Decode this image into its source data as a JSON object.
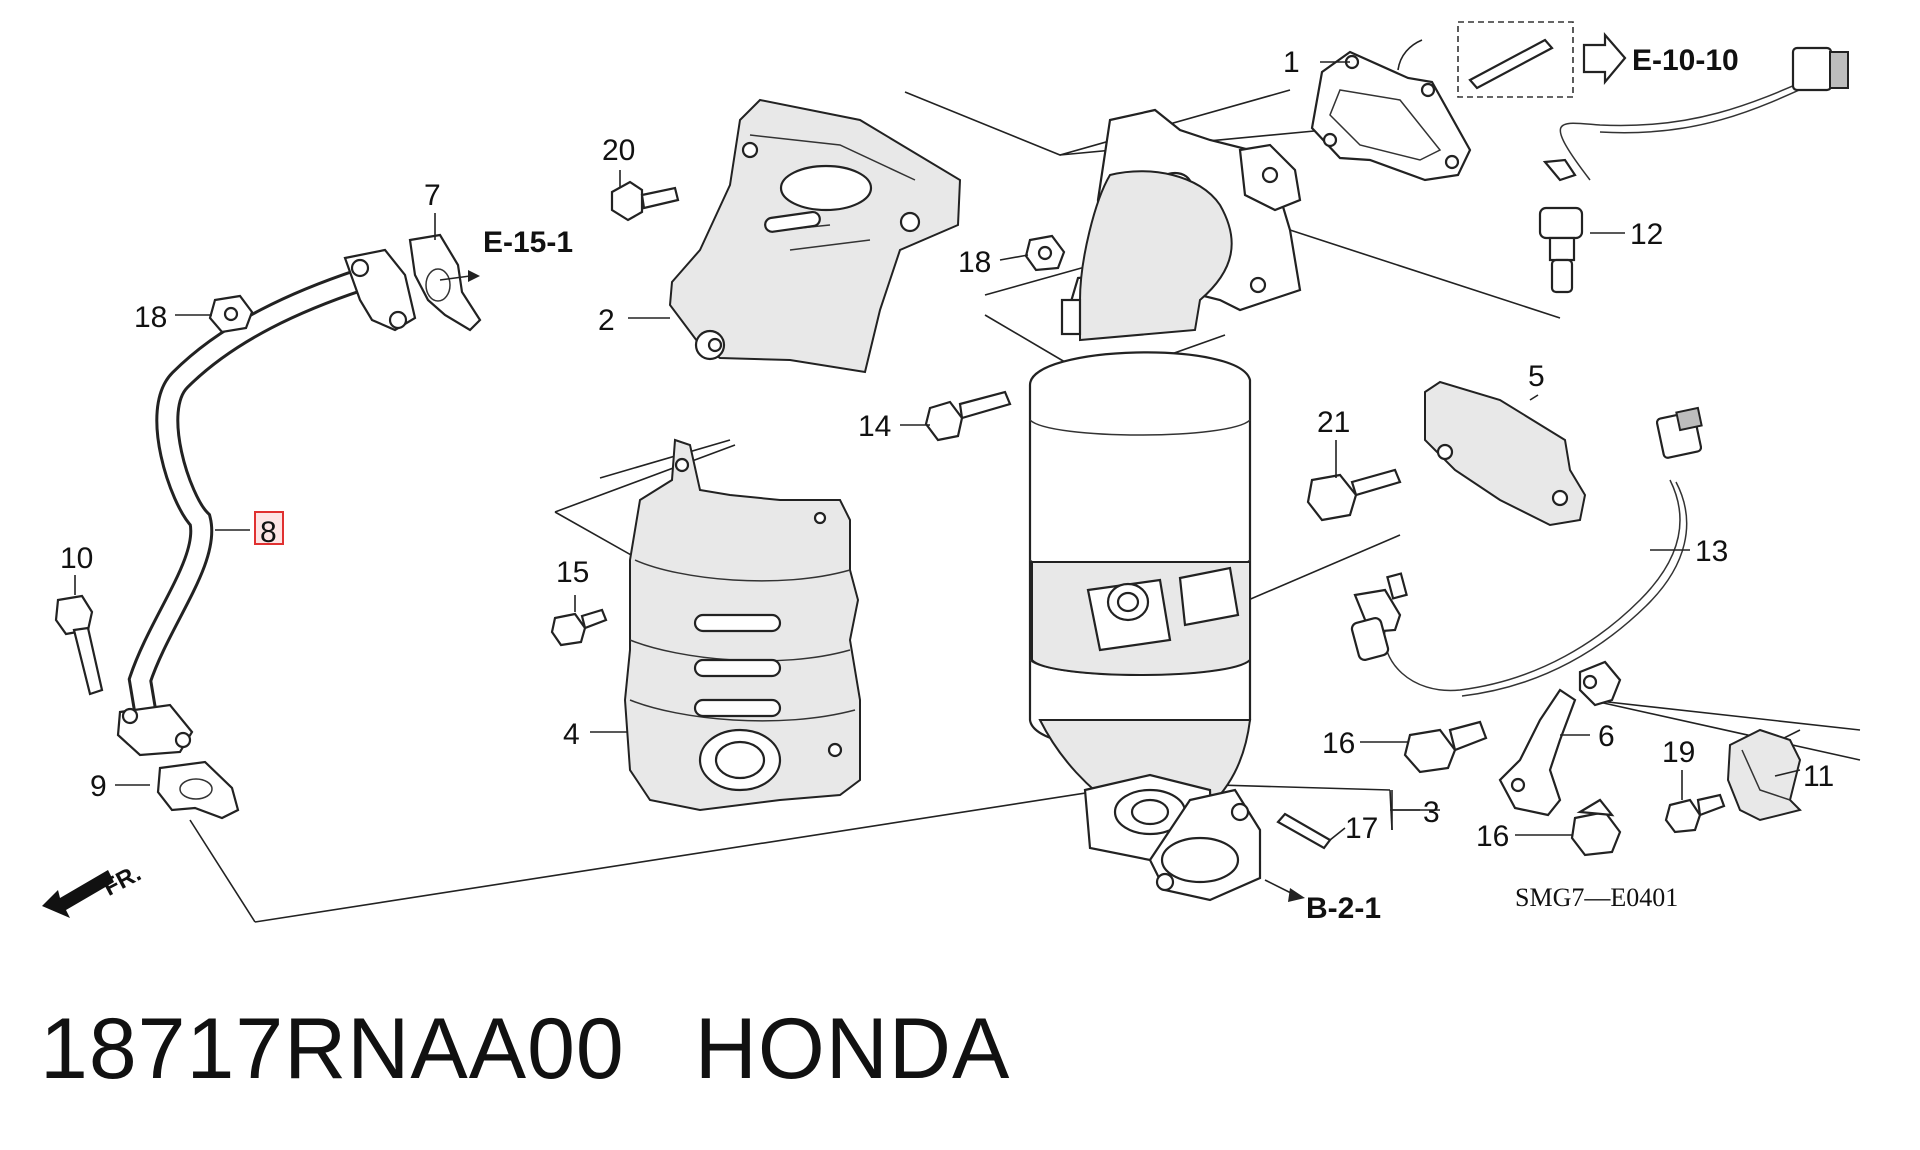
{
  "labels": {
    "l1": "1",
    "l2": "2",
    "l3": "3",
    "l4": "4",
    "l5": "5",
    "l6": "6",
    "l7": "7",
    "l8": "8",
    "l9": "9",
    "l10": "10",
    "l11": "11",
    "l12": "12",
    "l13": "13",
    "l14": "14",
    "l15": "15",
    "l16a": "16",
    "l16b": "16",
    "l17": "17",
    "l18a": "18",
    "l18b": "18",
    "l19": "19",
    "l20": "20",
    "l21": "21"
  },
  "refs": {
    "e1010": "E-10-10",
    "e151": "E-15-1",
    "b21": "B-2-1",
    "fr": "FR."
  },
  "diagram_code": "SMG7—E0401",
  "highlight_color": "#e03030",
  "footer": {
    "part_number": "18717RNAA00",
    "brand": "HONDA"
  }
}
